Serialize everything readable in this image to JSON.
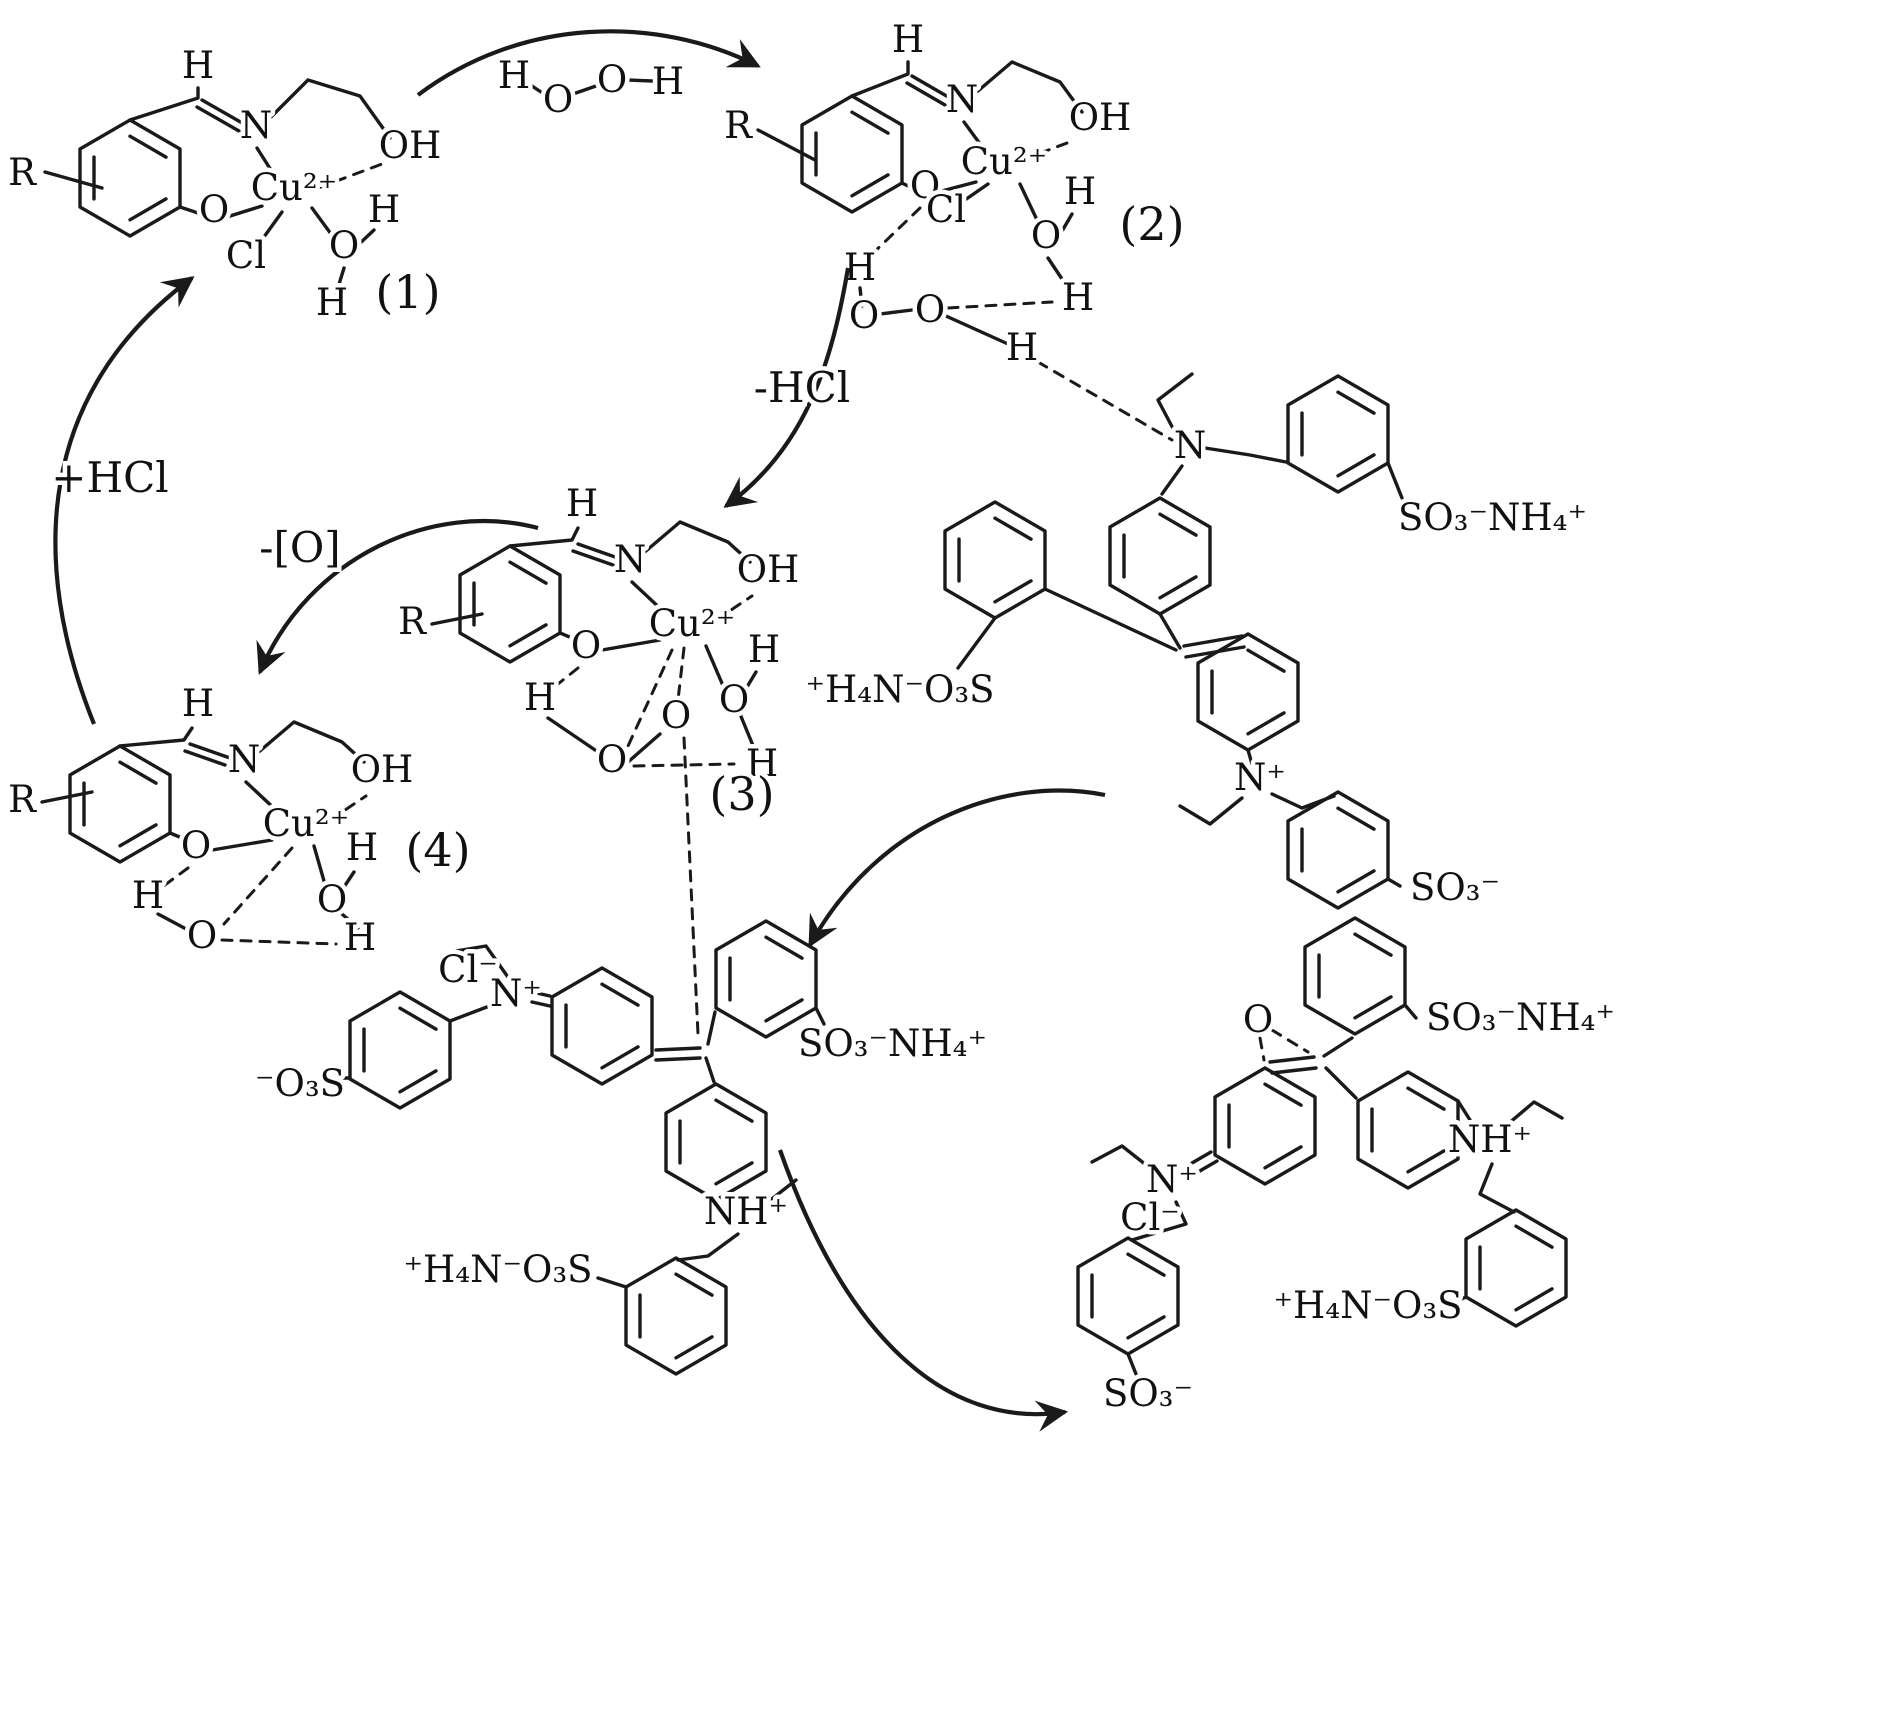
{
  "diagram": {
    "description": "Catalytic cycle of a copper(II) salicylaldimine complex with hydrogen peroxide oxidizing a triphenylmethane sulfonate dye",
    "complexes": [
      {
        "id": "1",
        "label": "(1)"
      },
      {
        "id": "2",
        "label": "(2)"
      },
      {
        "id": "3",
        "label": "(3)"
      },
      {
        "id": "4",
        "label": "(4)"
      }
    ],
    "steps": {
      "minus_hcl": "-HCl",
      "plus_hcl": "+HCl",
      "minus_o": "-[O]"
    },
    "atoms": {
      "h": "H",
      "o": "O",
      "n": "N",
      "r": "R",
      "oh": "OH",
      "cl": "Cl",
      "cu": "Cu²⁺",
      "n_plus": "N⁺",
      "nh_plus": "NH⁺",
      "cl_minus": "Cl⁻",
      "so3nh4": "SO₃⁻NH₄⁺",
      "h4no3s": "⁺H₄N⁻O₃S",
      "so3_minus": "SO₃⁻",
      "o3s_minus": "⁻O₃S"
    }
  }
}
